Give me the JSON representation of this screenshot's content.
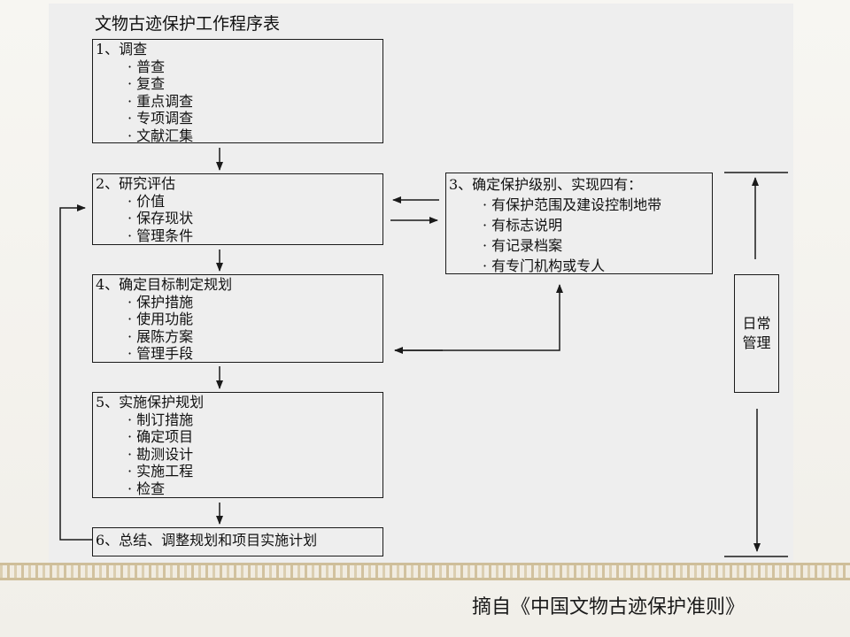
{
  "title": "文物古迹保护工作程序表",
  "steps": [
    {
      "heading": "1、调查",
      "items": [
        "普查",
        "复查",
        "重点调查",
        "专项调查",
        "文献汇集"
      ]
    },
    {
      "heading": "2、研究评估",
      "items": [
        "价值",
        "保存现状",
        "管理条件"
      ]
    },
    {
      "heading": "3、确定保护级别、实现四有：",
      "items": [
        "有保护范围及建设控制地带",
        "有标志说明",
        "有记录档案",
        "有专门机构或专人"
      ]
    },
    {
      "heading": "4、确定目标制定规划",
      "items": [
        "保护措施",
        "使用功能",
        "展陈方案",
        "管理手段"
      ]
    },
    {
      "heading": "5、实施保护规划",
      "items": [
        "制订措施",
        "确定项目",
        "勘测设计",
        "实施工程",
        "检查"
      ]
    },
    {
      "heading": "6、总结、调整规划和项目实施计划",
      "items": []
    }
  ],
  "daily_management": "日常管理",
  "source": "摘自《中国文物古迹保护准则》",
  "colors": {
    "line": "#1a1a1a",
    "panel": "#eeeeee",
    "border_ornament": "#c9b68c"
  }
}
